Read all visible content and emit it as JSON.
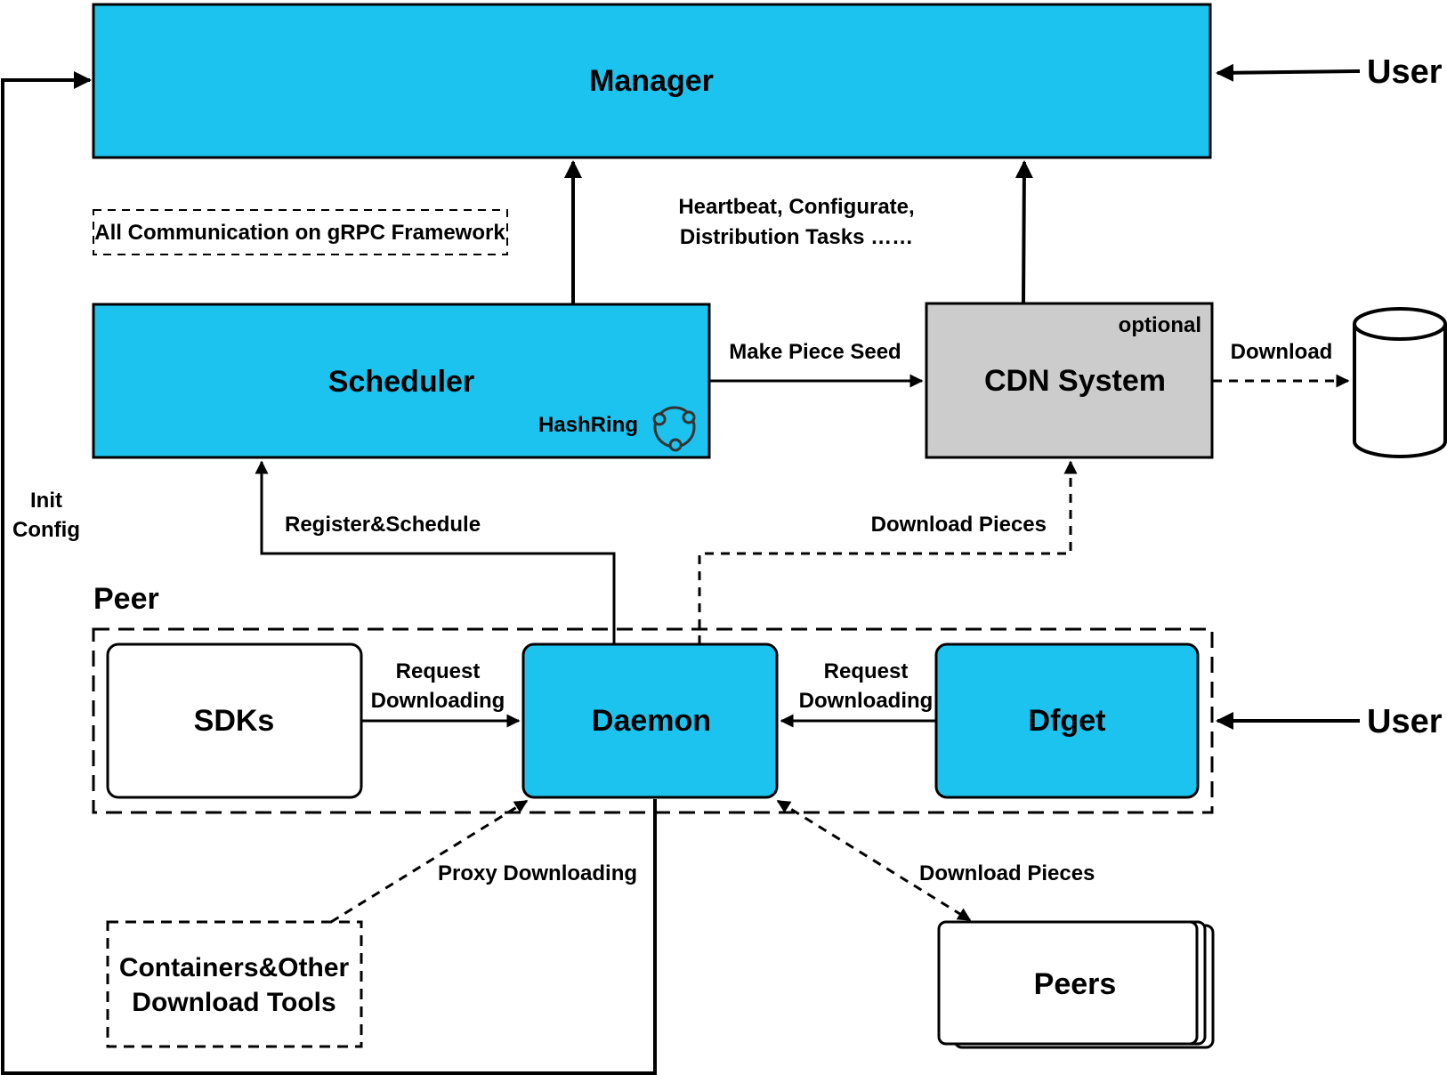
{
  "colors": {
    "primary_box": "#1cc3ee",
    "cdn_box": "#cccccc",
    "plain_box": "#ffffff",
    "stroke": "#000000"
  },
  "nodes": {
    "manager": "Manager",
    "scheduler": "Scheduler",
    "hashring": "HashRing",
    "cdn": "CDN System",
    "cdn_tag": "optional",
    "sdks": "SDKs",
    "daemon": "Daemon",
    "dfget": "Dfget",
    "containers_line1": "Containers&Other",
    "containers_line2": "Download Tools",
    "peers": "Peers",
    "peer_group": "Peer",
    "user_top": "User",
    "user_bottom": "User",
    "storage_icon": "database-cylinder-icon",
    "hashring_icon": "hashring-icon"
  },
  "labels": {
    "grpc_note": "All Communication on gRPC Framework",
    "heartbeat_line1": "Heartbeat, Configurate,",
    "heartbeat_line2": "Distribution Tasks ……",
    "make_piece_seed": "Make Piece Seed",
    "download": "Download",
    "register_schedule": "Register&Schedule",
    "download_pieces_cdn": "Download Pieces",
    "init": "Init",
    "config": "Config",
    "request_downloading_sdks_1": "Request",
    "request_downloading_sdks_2": "Downloading",
    "request_downloading_dfget_1": "Request",
    "request_downloading_dfget_2": "Downloading",
    "proxy_downloading": "Proxy Downloading",
    "download_pieces_peers": "Download Pieces"
  }
}
